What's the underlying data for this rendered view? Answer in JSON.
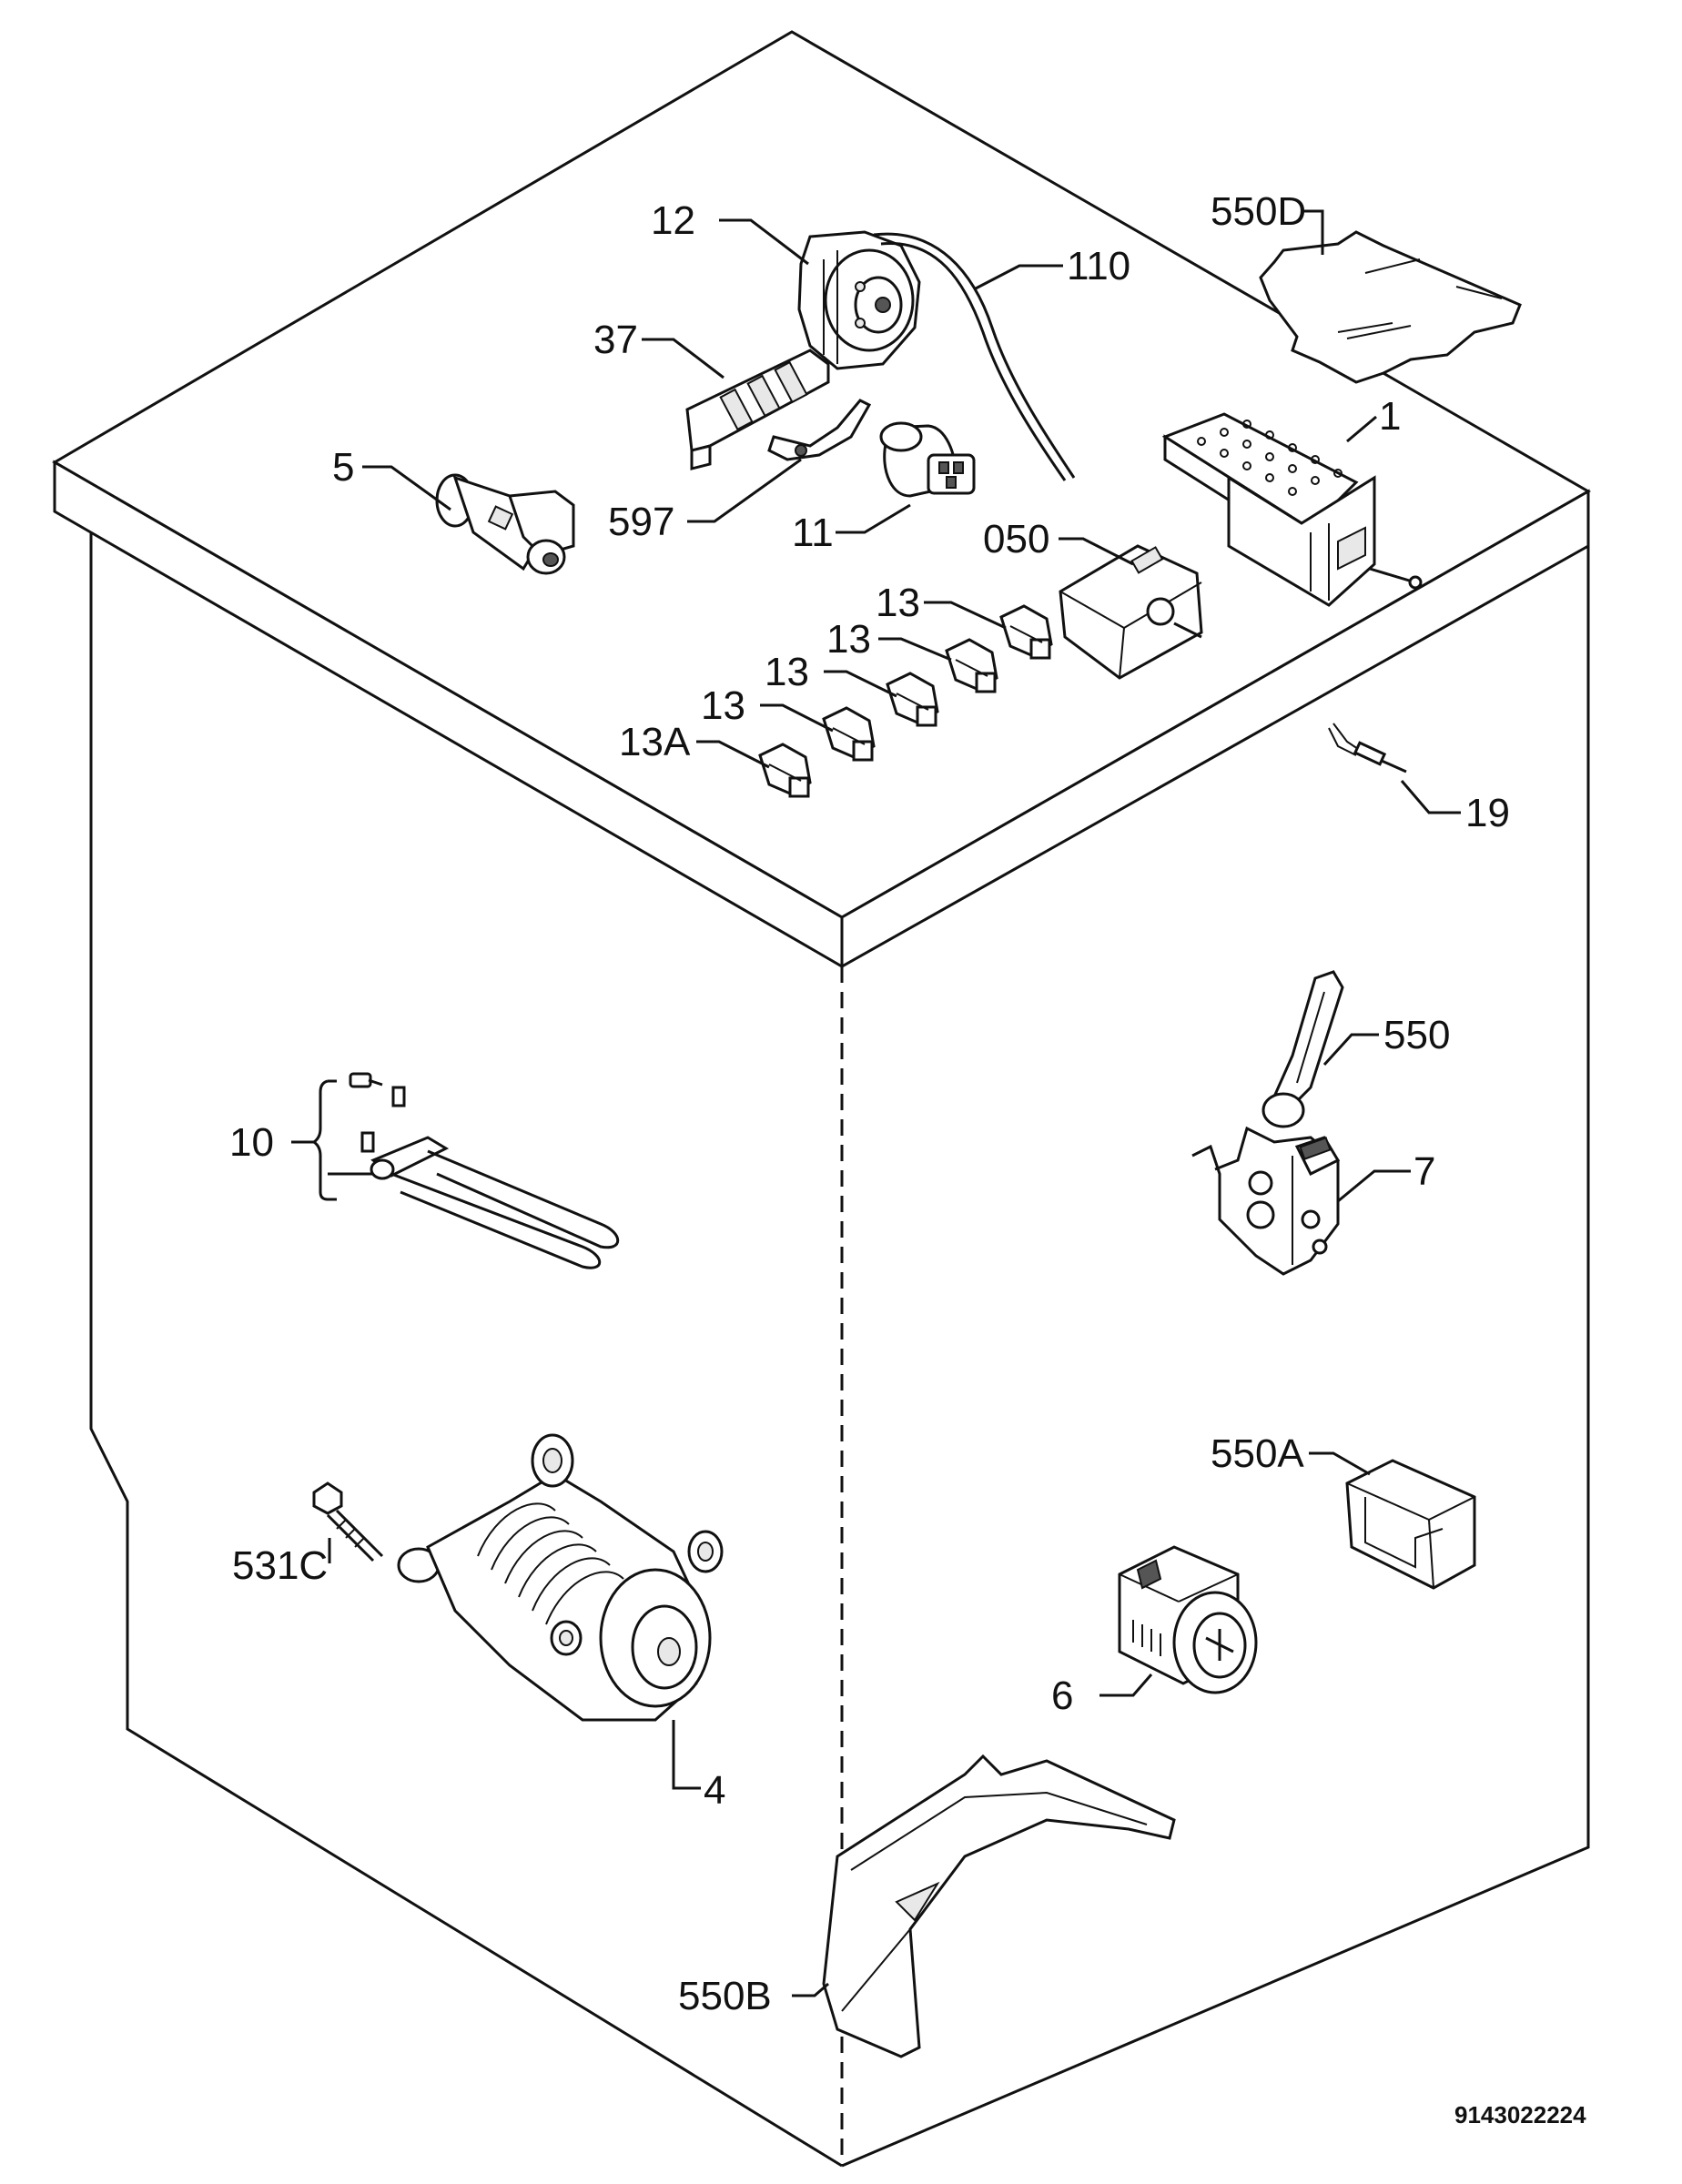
{
  "callouts": {
    "c12": "12",
    "c110": "110",
    "c550D": "550D",
    "c37": "37",
    "c5": "5",
    "c597": "597",
    "c11": "11",
    "c1": "1",
    "c050": "050",
    "c13_a": "13",
    "c13_b": "13",
    "c13_c": "13",
    "c13_d": "13",
    "c13A": "13A",
    "c19": "19",
    "c550": "550",
    "c10": "10",
    "c7": "7",
    "c550A": "550A",
    "c531C": "531C",
    "c6": "6",
    "c4": "4",
    "c550B": "550B"
  },
  "document_number": "9143022224"
}
